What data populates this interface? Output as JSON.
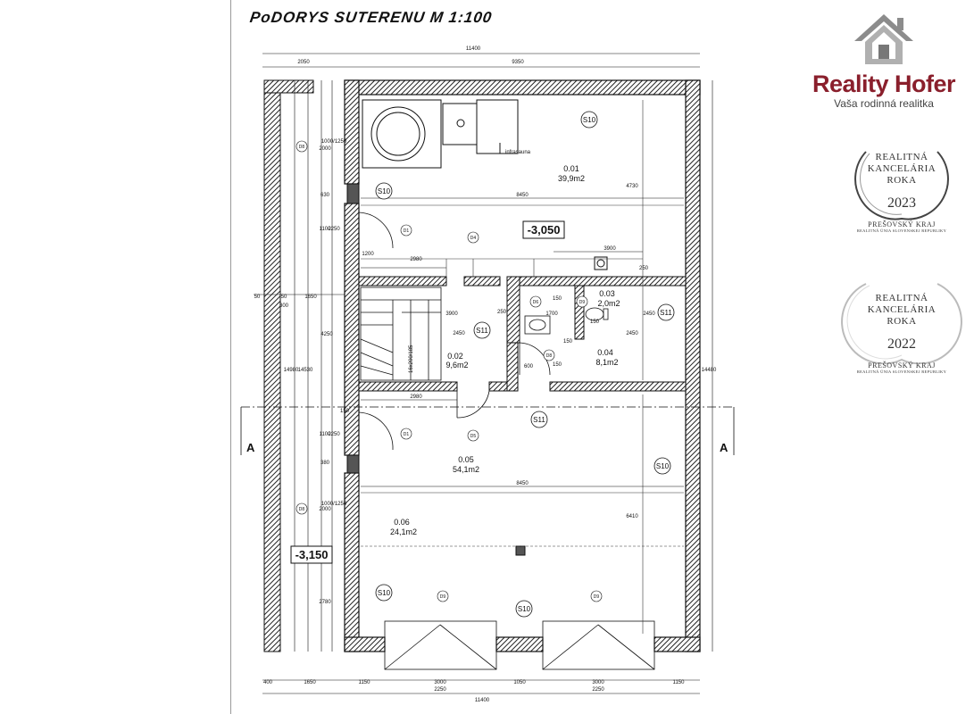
{
  "title": "PoDORYS SUTERENU   M 1:100",
  "brand": {
    "name": "Reality Hofer",
    "tagline": "Vaša rodinná realitka",
    "color": "#8a1f2c"
  },
  "awards": [
    {
      "l1": "REALITNÁ",
      "l2": "KANCELÁRIA",
      "l3": "ROKA",
      "year": "2023",
      "region": "PREŠOVSKÝ KRAJ",
      "sub": "REALITNÁ ÚNIA SLOVENSKEJ REPUBLIKY"
    },
    {
      "l1": "REALITNÁ",
      "l2": "KANCELÁRIA",
      "l3": "ROKA",
      "year": "2022",
      "region": "PREŠOVSKÝ KRAJ",
      "sub": "REALITNÁ ÚNIA SLOVENSKEJ REPUBLIKY"
    }
  ],
  "rooms": [
    {
      "id": "0.01",
      "area": "39,9m2"
    },
    {
      "id": "0.02",
      "area": "9,6m2"
    },
    {
      "id": "0.03",
      "area": "2,0m2"
    },
    {
      "id": "0.04",
      "area": "8,1m2"
    },
    {
      "id": "0.05",
      "area": "54,1m2"
    },
    {
      "id": "0.06",
      "area": "24,1m2"
    }
  ],
  "levels": {
    "upper": "-3,050",
    "lower": "-3,150"
  },
  "labels": {
    "infrasauna": "infrasauna",
    "stairs": "16x200/185",
    "section": "A"
  },
  "tags": {
    "s10": "S10",
    "s11": "S11",
    "d1": "D1",
    "d4": "D4",
    "d5": "D5",
    "d6": "D6",
    "d8": "D8",
    "d9": "D9"
  },
  "dims": {
    "top_total": "11400",
    "top_a": "2050",
    "top_b": "9350",
    "d8450": "8450",
    "d2980": "2980",
    "d3900": "3900",
    "d1700": "1700",
    "d250": "250",
    "d2450": "2450",
    "d4730": "4730",
    "d6410": "6410",
    "d14480": "14480",
    "d14980": "14980",
    "d14530": "14530",
    "d4250": "4250",
    "d2250": "2250",
    "d1100": "1100",
    "d630": "630",
    "d2000": "2000",
    "d1000_1250": "1000/1250",
    "d1200": "1200",
    "d380": "380",
    "d2780": "2780",
    "d1650": "1650",
    "d300": "300",
    "d50": "50",
    "d150": "150",
    "d600": "600",
    "d900": "900",
    "bot_400": "400",
    "bot_1650": "1650",
    "bot_1150": "1150",
    "bot_3000": "3000",
    "bot_1050": "1050",
    "bot_3000b": "3000",
    "bot_1150b": "1150",
    "bot_2250": "2250",
    "bot_2250b": "2250",
    "bot_total": "11400"
  }
}
